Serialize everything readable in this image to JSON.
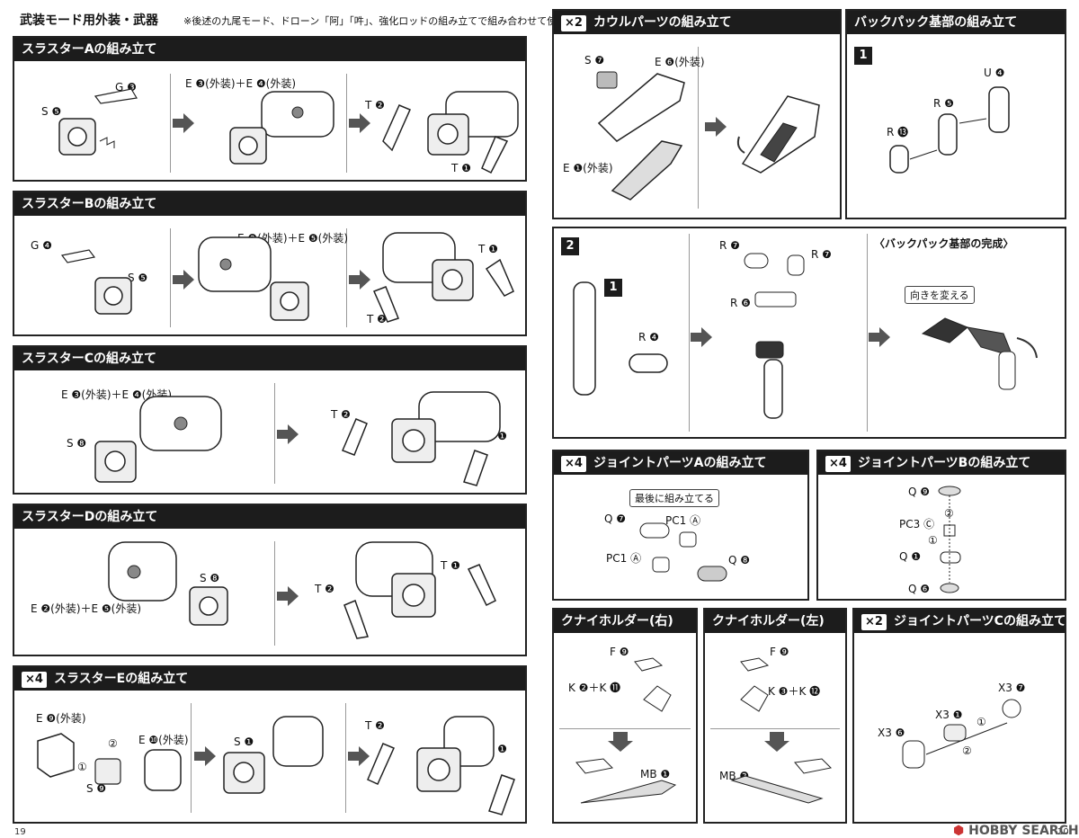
{
  "page_title": "武装モード用外装・武器",
  "page_note": "※後述の九尾モード、ドローン「阿」「吽」、強化ロッドの組み立てで組み合わせて使用します。",
  "sections": {
    "thruster_a": {
      "title": "スラスターAの組み立て",
      "s": "S ❺",
      "g": "G ❸",
      "e": "E ❸(外装)＋E ❹(外装)",
      "t_top": "T ❷",
      "t_bottom": "T ❶"
    },
    "thruster_b": {
      "title": "スラスターBの組み立て",
      "g": "G ❹",
      "s": "S ❺",
      "e": "E ❷(外装)＋E ❺(外装)",
      "t_top": "T ❶",
      "t_bottom": "T ❷"
    },
    "thruster_c": {
      "title": "スラスターCの組み立て",
      "e": "E ❸(外装)＋E ❹(外装)",
      "s": "S ❽",
      "t_top": "T ❷",
      "t_bottom": "T ❶"
    },
    "thruster_d": {
      "title": "スラスターDの組み立て",
      "s": "S ❽",
      "e": "E ❷(外装)＋E ❺(外装)",
      "t_top": "T ❶",
      "t_bottom": "T ❷"
    },
    "thruster_e": {
      "mult": "×4",
      "title": "スラスターEの組み立て",
      "e9": "E ❾(外装)",
      "e10": "E ❿(外装)",
      "step1": "①",
      "step2": "②",
      "s9": "S ❾",
      "s1": "S ❶",
      "t_top": "T ❷",
      "t_bottom": "T ❶"
    },
    "cowl": {
      "mult": "×2",
      "title": "カウルパーツの組み立て",
      "s": "S ❼",
      "e6": "E ❻(外装)",
      "e1": "E ❶(外装)"
    },
    "backpack_base": {
      "title": "バックパック基部の組み立て",
      "step": "1",
      "u": "U ❹",
      "r5": "R ❺",
      "r13": "R ⓭"
    },
    "backpack_step2": {
      "step": "2",
      "ref": "1",
      "r4": "R ❹",
      "r7a": "R ❼",
      "r7b": "R ❼",
      "r6": "R ❻",
      "complete": "〈バックパック基部の完成〉",
      "callout": "向きを変える"
    },
    "joint_a": {
      "mult": "×4",
      "title": "ジョイントパーツAの組み立て",
      "callout": "最後に組み立てる",
      "q7": "Q ❼",
      "pc1a": "PC1 Ⓐ",
      "pc1b": "PC1 Ⓐ",
      "q8": "Q ❽"
    },
    "joint_b": {
      "mult": "×4",
      "title": "ジョイントパーツBの組み立て",
      "q9": "Q ❾",
      "step2": "②",
      "pc3": "PC3 Ⓒ",
      "step1": "①",
      "q1": "Q ❶",
      "q6": "Q ❻"
    },
    "kunai_right": {
      "title": "クナイホルダー(右)",
      "f": "F ❾",
      "k": "K ❷＋K ⓫",
      "mb": "MB ❶"
    },
    "kunai_left": {
      "title": "クナイホルダー(左)",
      "f": "F ❾",
      "k": "K ❸＋K ⓬",
      "mb": "MB ❷"
    },
    "joint_c": {
      "mult": "×2",
      "title": "ジョイントパーツCの組み立て",
      "x3_7": "X3 ❼",
      "x3_1": "X3 ❶",
      "x3_6": "X3 ❻",
      "step1": "①",
      "step2": "②"
    }
  },
  "page_left": "19",
  "page_right": "20",
  "watermark": "HOBBY SEARCH"
}
